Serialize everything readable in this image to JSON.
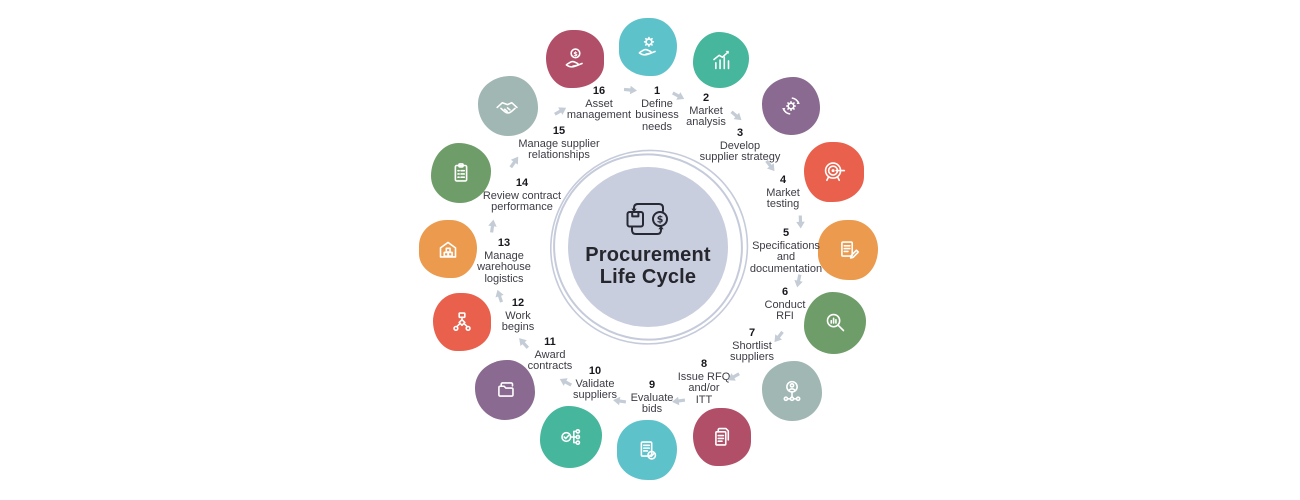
{
  "diagram": {
    "title": "Procurement\nLife Cycle",
    "center_icon": "goods-money-exchange-icon",
    "flow_direction": "clockwise"
  },
  "palette": {
    "center_fill": "#c9cede",
    "ring_stroke": "#c5cbda",
    "arrow": "#c4ccd6",
    "title_text": "#26262e",
    "label_text": "#3c3c45",
    "icon_stroke": "#ffffff"
  },
  "steps": [
    {
      "number": "1",
      "label": "Define\nbusiness\nneeds",
      "icon": "gear-hand-icon",
      "color": "#5ec2cb"
    },
    {
      "number": "2",
      "label": "Market\nanalysis",
      "icon": "growth-chart-icon",
      "color": "#46b69c"
    },
    {
      "number": "3",
      "label": "Develop\nsupplier strategy",
      "icon": "gear-sync-icon",
      "color": "#8a6a90"
    },
    {
      "number": "4",
      "label": "Market\ntesting",
      "icon": "target-icon",
      "color": "#e9604c"
    },
    {
      "number": "5",
      "label": "Specifications\nand\ndocumentation",
      "icon": "document-pencil-icon",
      "color": "#eb9a4e"
    },
    {
      "number": "6",
      "label": "Conduct\nRFI",
      "icon": "magnifier-data-icon",
      "color": "#6f9d69"
    },
    {
      "number": "7",
      "label": "Shortlist\nsuppliers",
      "icon": "person-network-icon",
      "color": "#a1b7b3"
    },
    {
      "number": "8",
      "label": "Issue RFQ\nand/or\nITT",
      "icon": "documents-stack-icon",
      "color": "#b14f68"
    },
    {
      "number": "9",
      "label": "Evaluate\nbids",
      "icon": "checklist-check-icon",
      "color": "#5ec2cb"
    },
    {
      "number": "10",
      "label": "Validate\nsuppliers",
      "icon": "check-hierarchy-icon",
      "color": "#46b69c"
    },
    {
      "number": "11",
      "label": "Award\ncontracts",
      "icon": "folder-icon",
      "color": "#8a6a90"
    },
    {
      "number": "12",
      "label": "Work\nbegins",
      "icon": "workflow-icon",
      "color": "#e9604c"
    },
    {
      "number": "13",
      "label": "Manage\nwarehouse\nlogistics",
      "icon": "warehouse-icon",
      "color": "#eb9a4e"
    },
    {
      "number": "14",
      "label": "Review contract\nperformance",
      "icon": "clipboard-checklist-icon",
      "color": "#6f9d69"
    },
    {
      "number": "15",
      "label": "Manage supplier\nrelationships",
      "icon": "handshake-icon",
      "color": "#a1b7b3"
    },
    {
      "number": "16",
      "label": "Asset\nmanagement",
      "icon": "coin-hand-icon",
      "color": "#b14f68"
    }
  ]
}
